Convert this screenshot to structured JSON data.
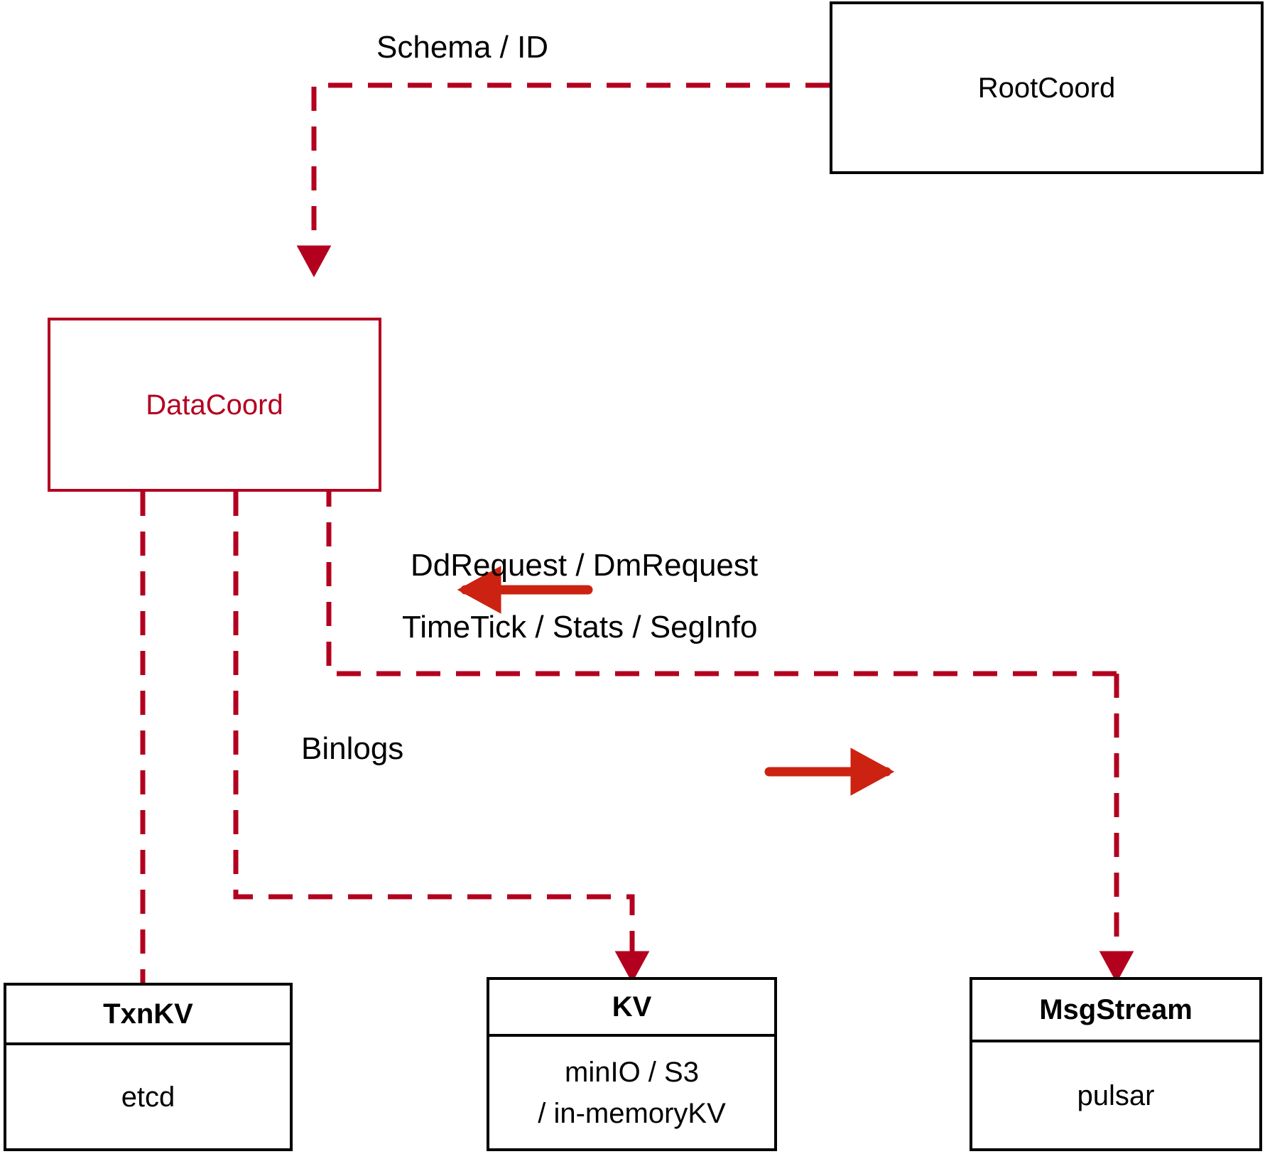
{
  "diagram": {
    "title": "DataCoord architecture",
    "colors": {
      "dark_red": "#b3001f",
      "bright_red": "#cc2211",
      "black": "#000000",
      "background": "#ffffff"
    },
    "nodes": [
      {
        "id": "rootcoord",
        "label": "RootCoord",
        "style": "black-plain"
      },
      {
        "id": "datacoord",
        "label": "DataCoord",
        "style": "red-plain"
      },
      {
        "id": "txnkv",
        "label": "TxnKV",
        "body": [
          "etcd"
        ],
        "style": "black-split"
      },
      {
        "id": "kv",
        "label": "KV",
        "body": [
          "minIO / S3",
          "/ in-memoryKV"
        ],
        "style": "black-split"
      },
      {
        "id": "msgstream",
        "label": "MsgStream",
        "body": [
          "pulsar"
        ],
        "style": "black-split"
      }
    ],
    "edge_labels": [
      {
        "id": "schema-id",
        "text": "Schema / ID"
      },
      {
        "id": "dd-dm-request",
        "text": "DdRequest / DmRequest"
      },
      {
        "id": "timetick-stats-seginfo",
        "text": "TimeTick / Stats / SegInfo"
      },
      {
        "id": "binlogs",
        "text": "Binlogs"
      }
    ]
  }
}
